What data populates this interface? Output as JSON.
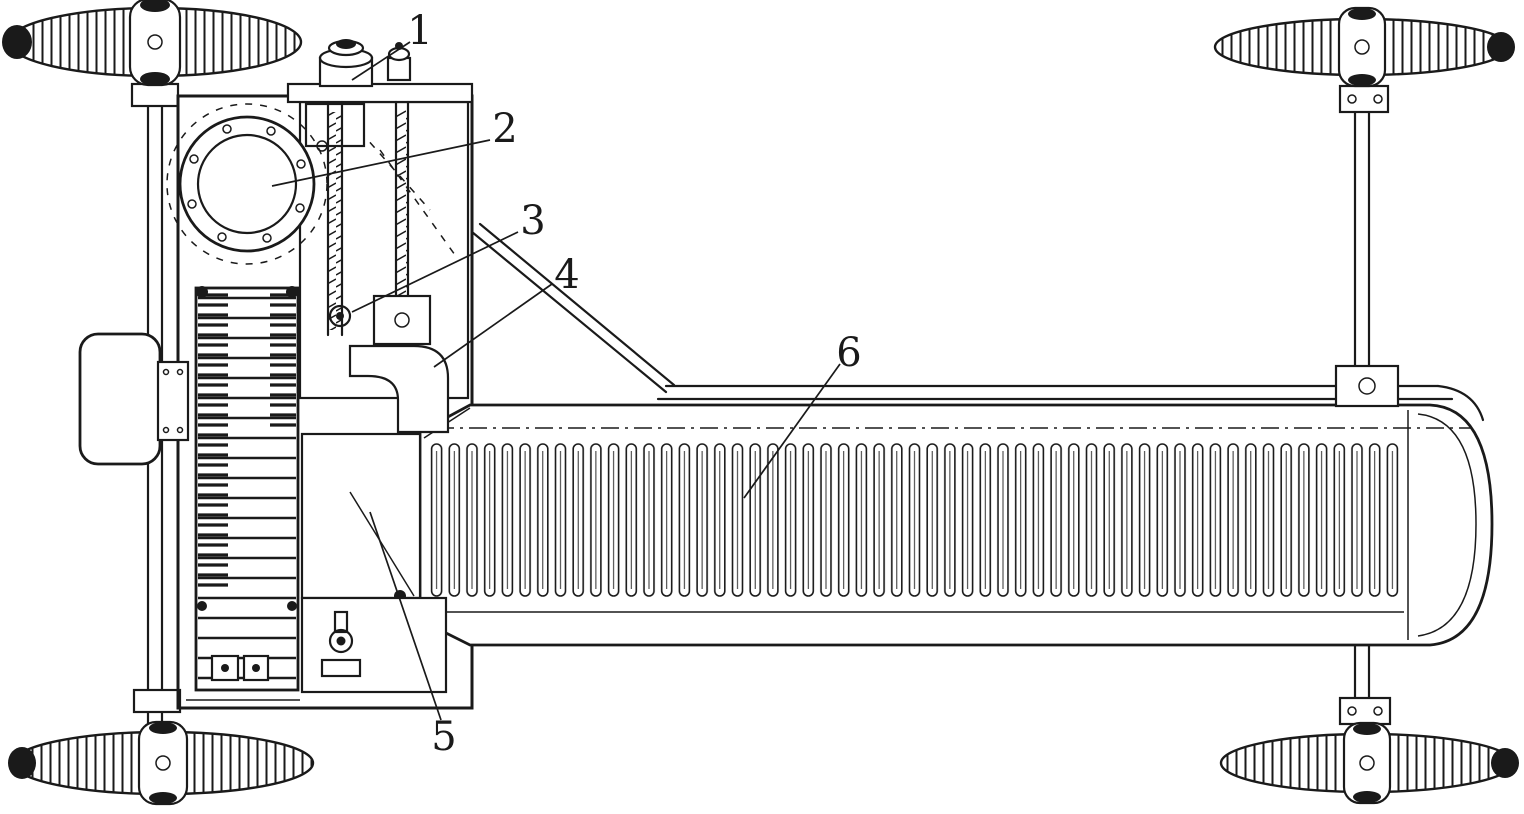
{
  "figure": {
    "kind": "technical-line-drawing",
    "subject": "top view of a four-wheeled machine chassis with finned cylinder body",
    "colors": {
      "ink": "#1a1a1a",
      "paper": "#ffffff"
    },
    "callouts": [
      {
        "label": "1"
      },
      {
        "label": "2"
      },
      {
        "label": "3"
      },
      {
        "label": "4"
      },
      {
        "label": "5"
      },
      {
        "label": "6"
      }
    ]
  }
}
